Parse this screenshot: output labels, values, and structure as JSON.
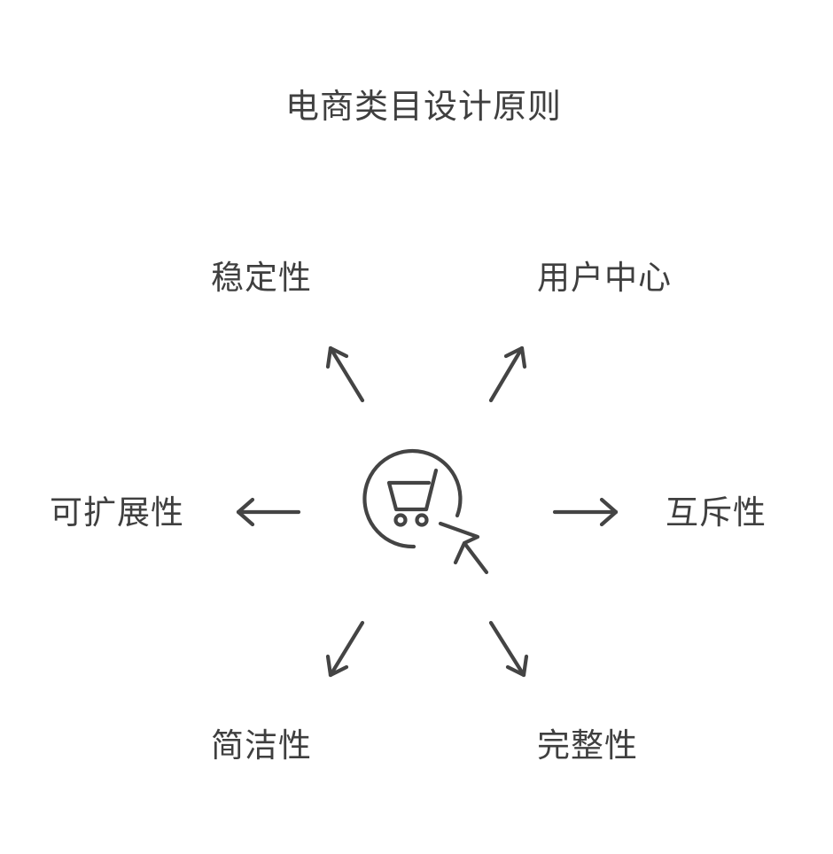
{
  "diagram": {
    "title": "电商类目设计原则",
    "center_icon": "shopping-cart-click-icon",
    "principles": {
      "stability": "稳定性",
      "user_centric": "用户中心",
      "extensibility": "可扩展性",
      "exclusivity": "互斥性",
      "simplicity": "简洁性",
      "completeness": "完整性"
    },
    "colors": {
      "text": "#3f3f3f",
      "stroke": "#444444",
      "background": "#ffffff"
    }
  }
}
